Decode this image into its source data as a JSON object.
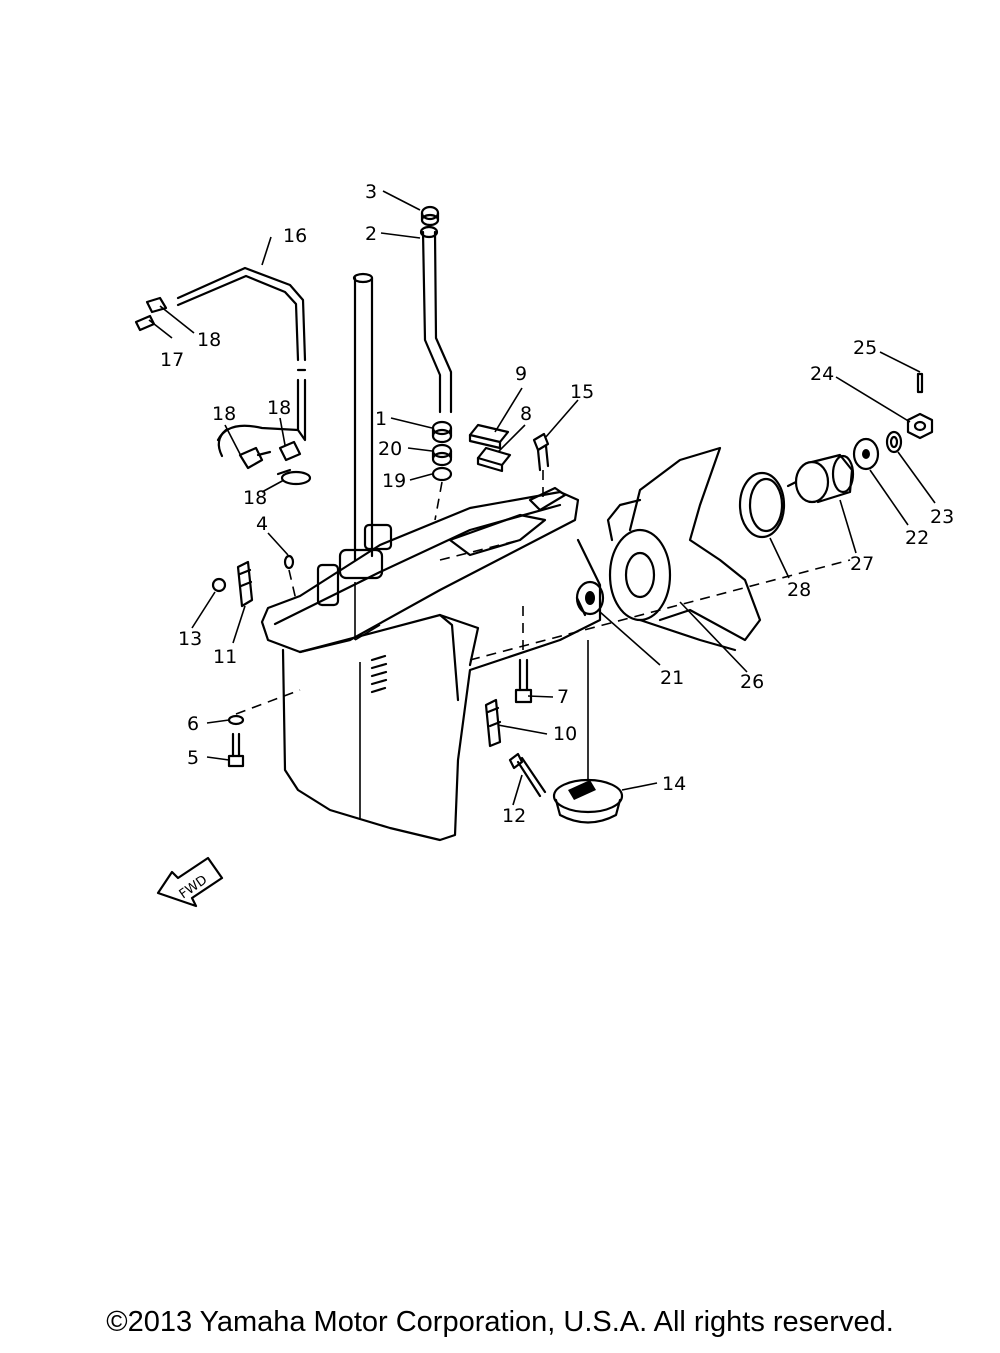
{
  "callouts": [
    "1",
    "2",
    "3",
    "4",
    "5",
    "6",
    "7",
    "8",
    "9",
    "10",
    "11",
    "12",
    "13",
    "14",
    "15",
    "16",
    "17",
    "18",
    "18",
    "18",
    "18",
    "19",
    "20",
    "21",
    "22",
    "23",
    "24",
    "25",
    "26",
    "27",
    "28"
  ],
  "fwd_label": "FWD",
  "copyright": "©2013 Yamaha Motor Corporation, U.S.A. All rights reserved."
}
